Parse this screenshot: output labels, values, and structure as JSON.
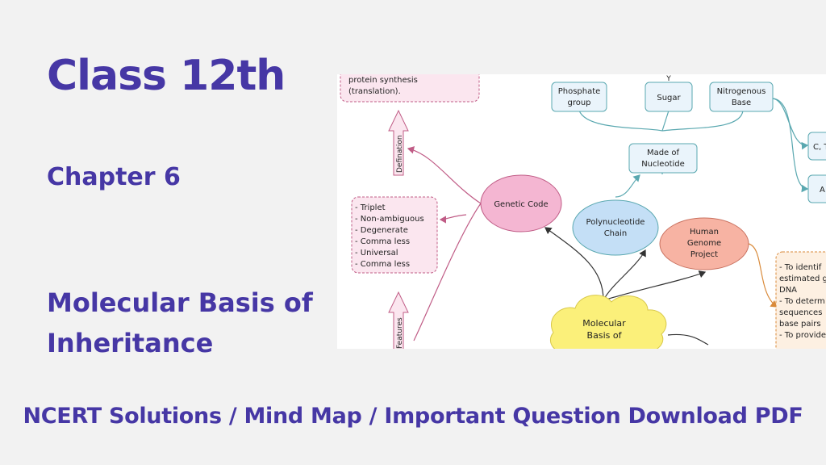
{
  "heading": {
    "class": "Class 12th",
    "chapter": "Chapter 6",
    "subject_line1": "Molecular Basis of",
    "subject_line2": "Inheritance"
  },
  "footer": "NCERT Solutions / Mind Map / Important Question Download PDF",
  "mindmap": {
    "definition_box": [
      "protein synthesis",
      "(translation)."
    ],
    "definition_arrow": "Defination",
    "features_arrow": "Features",
    "features_list": [
      "- Triplet",
      "- Non-ambiguous",
      "- Degenerate",
      "- Comma less",
      "- Universal",
      "- Comma less"
    ],
    "genetic_code": "Genetic Code",
    "polynucleotide": [
      "Polynucleotide",
      "Chain"
    ],
    "made_of": [
      "Made of",
      "Nucleotide"
    ],
    "phosphate": [
      "Phosphate",
      "group"
    ],
    "sugar": "Sugar",
    "nitrogenous": [
      "Nitrogenous",
      "Base"
    ],
    "right_box_top": "C, T",
    "right_box_bottom": "A",
    "hgp": [
      "Human",
      "Genome",
      "Project"
    ],
    "hgp_goals": [
      "- To identif",
      "estimated g",
      "DNA",
      "- To determ",
      "sequences",
      "base pairs",
      "- To provide"
    ],
    "central": [
      "Molecular",
      "Basis of"
    ],
    "sugar_mark": "Y"
  },
  "colors": {
    "title": "#4637a5",
    "pink_fill": "#f4b6d2",
    "blue_fill": "#c4dff6",
    "salmon_fill": "#f7b3a3",
    "yellow_fill": "#fbf07a",
    "teal_stroke": "#5aa8b0",
    "pink_stroke": "#c05c86"
  }
}
